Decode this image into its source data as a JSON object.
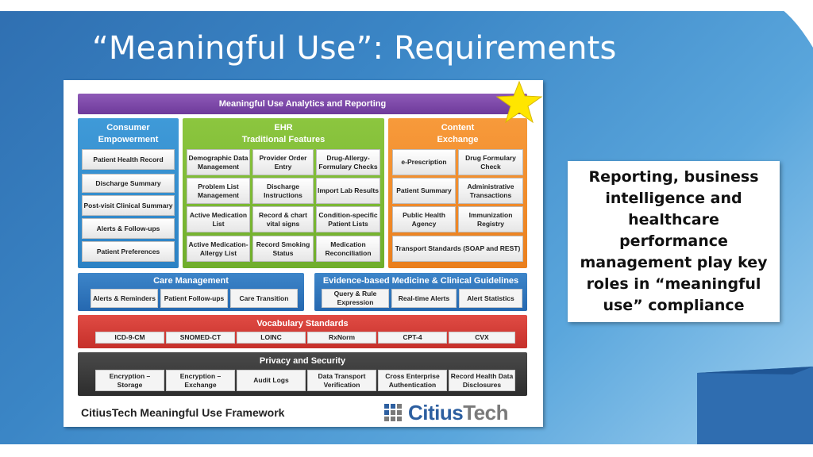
{
  "title": "“Meaningful Use”: Requirements",
  "analytics_bar": "Meaningful Use Analytics and Reporting",
  "consumer": {
    "header_line1": "Consumer",
    "header_line2": "Empowerment",
    "items": [
      "Patient Health Record",
      "Discharge Summary",
      "Post-visit Clinical Summary",
      "Alerts & Follow-ups",
      "Patient Preferences"
    ]
  },
  "ehr": {
    "header_line1": "EHR",
    "header_line2": "Traditional Features",
    "items": [
      "Demographic Data Management",
      "Provider Order Entry",
      "Drug-Allergy-Formulary Checks",
      "Problem List Management",
      "Discharge Instructions",
      "Import Lab Results",
      "Active Medication List",
      "Record & chart vital signs",
      "Condition-specific Patient Lists",
      "Active Medication-Allergy List",
      "Record Smoking Status",
      "Medication Reconciliation"
    ]
  },
  "content": {
    "header_line1": "Content",
    "header_line2": "Exchange",
    "items": [
      "e-Prescription",
      "Drug Formulary Check",
      "Patient Summary",
      "Administrative Transactions",
      "Public Health Agency",
      "Immunization Registry"
    ],
    "wide_item": "Transport Standards (SOAP and REST)"
  },
  "care": {
    "header": "Care Management",
    "items": [
      "Alerts & Reminders",
      "Patient Follow-ups",
      "Care Transition"
    ]
  },
  "evidence": {
    "header": "Evidence-based Medicine & Clinical Guidelines",
    "items": [
      "Query & Rule Expression",
      "Real-time Alerts",
      "Alert Statistics"
    ]
  },
  "vocabulary": {
    "header": "Vocabulary Standards",
    "items": [
      "ICD-9-CM",
      "SNOMED-CT",
      "LOINC",
      "RxNorm",
      "CPT-4",
      "CVX"
    ]
  },
  "privacy": {
    "header": "Privacy and Security",
    "items": [
      "Encryption – Storage",
      "Encryption – Exchange",
      "Audit Logs",
      "Data Transport Verification",
      "Cross Enterprise Authentication",
      "Record Health Data Disclosures"
    ]
  },
  "footer_caption": "CitiusTech Meaningful Use Framework",
  "logo": {
    "part1": "Citius",
    "part2": "Tech"
  },
  "callout": "Reporting, business intelligence and healthcare performance management play key roles in “meaningful use” compliance",
  "colors": {
    "purple": "#7b46a8",
    "blue": "#2e86c8",
    "green": "#7ab932",
    "orange": "#f08a28",
    "red": "#d03a33",
    "dark": "#333333",
    "star": "#ffe600"
  }
}
